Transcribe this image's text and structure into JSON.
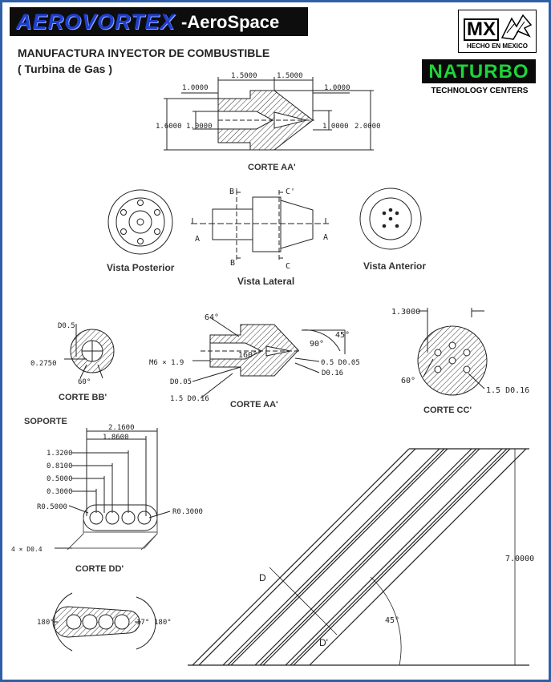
{
  "brand": {
    "name_left": "AEROVORTEX",
    "name_right": "-AeroSpace"
  },
  "badge": {
    "mx": "MX",
    "made_in": "HECHO EN MEXICO"
  },
  "naturbo": {
    "name": "NATURBO",
    "subtitle": "TECHNOLOGY CENTERS"
  },
  "title": {
    "line1": "MANUFACTURA INYECTOR DE COMBUSTIBLE",
    "line2": "( Turbina de Gas )"
  },
  "top_section": {
    "caption": "CORTE AA'",
    "dims": {
      "d1": "1.0000",
      "d2": "1.5000",
      "d3": "1.5000",
      "d4": "1.0000",
      "left_outer": "1.6000",
      "left_inner": "1.0000",
      "right_inner": "1.0000",
      "right_outer": "2.0000"
    }
  },
  "views": {
    "posterior": "Vista Posterior",
    "lateral": "Vista Lateral",
    "anterior": "Vista Anterior",
    "markers": {
      "b_top": "B'",
      "c_top": "C'",
      "a_left": "A",
      "a_right": "A",
      "b_bottom": "B",
      "c_bottom": "C"
    }
  },
  "corte_bb": {
    "caption": "CORTE BB'",
    "d": "D0.5",
    "off": "0.2750",
    "ang": "60°"
  },
  "corte_aa2": {
    "caption": "CORTE AA'",
    "a64": "64°",
    "a160": "160°",
    "a45": "45°",
    "a90": "90°",
    "thread": "M6 × 1.9",
    "d005_left": "D0.05",
    "d016_left": "1.5  D0.16",
    "d005_right": "0.5  D0.05",
    "d016_right": "D0.16"
  },
  "corte_cc": {
    "caption": "CORTE CC'",
    "w": "1.3000",
    "ang": "60°",
    "hole": "1.5  D0.16"
  },
  "soporte": {
    "caption": "SOPORTE",
    "w1": "2.1600",
    "w2": "1.8600",
    "h1": "1.3200",
    "h2": "0.8100",
    "h3": "0.5000",
    "h4": "0.3000",
    "r_left": "R0.5000",
    "r_right": "R0.3000",
    "holes": "4  ×  D0.4"
  },
  "corte_dd": {
    "caption": "CORTE DD'",
    "a_left": "180°",
    "a_mid": "17°",
    "a_right": "180°"
  },
  "big_view": {
    "height": "7.0000",
    "angle": "45°",
    "d_top": "D",
    "d_bottom": "D'"
  }
}
